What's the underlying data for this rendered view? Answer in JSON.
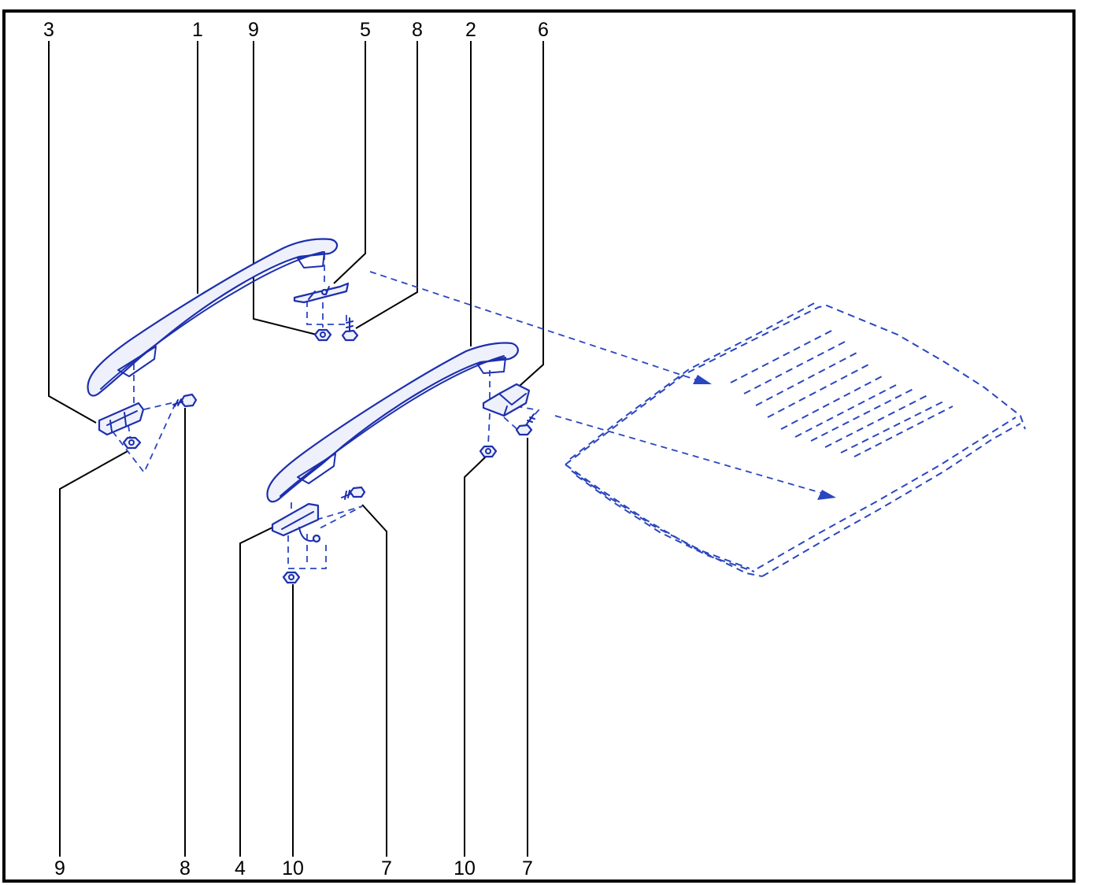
{
  "callouts": {
    "top": [
      {
        "id": "c3",
        "label": "3"
      },
      {
        "id": "c1",
        "label": "1"
      },
      {
        "id": "c9a",
        "label": "9"
      },
      {
        "id": "c5",
        "label": "5"
      },
      {
        "id": "c8a",
        "label": "8"
      },
      {
        "id": "c2",
        "label": "2"
      },
      {
        "id": "c6",
        "label": "6"
      }
    ],
    "bottom": [
      {
        "id": "c9b",
        "label": "9"
      },
      {
        "id": "c8b",
        "label": "8"
      },
      {
        "id": "c4",
        "label": "4"
      },
      {
        "id": "c10a",
        "label": "10"
      },
      {
        "id": "c7a",
        "label": "7"
      },
      {
        "id": "c10b",
        "label": "10"
      },
      {
        "id": "c7b",
        "label": "7"
      }
    ]
  },
  "colors": {
    "part_stroke": "#1d2fae",
    "dash_stroke": "#2a46c0",
    "leader": "#000000",
    "frame": "#000000"
  }
}
